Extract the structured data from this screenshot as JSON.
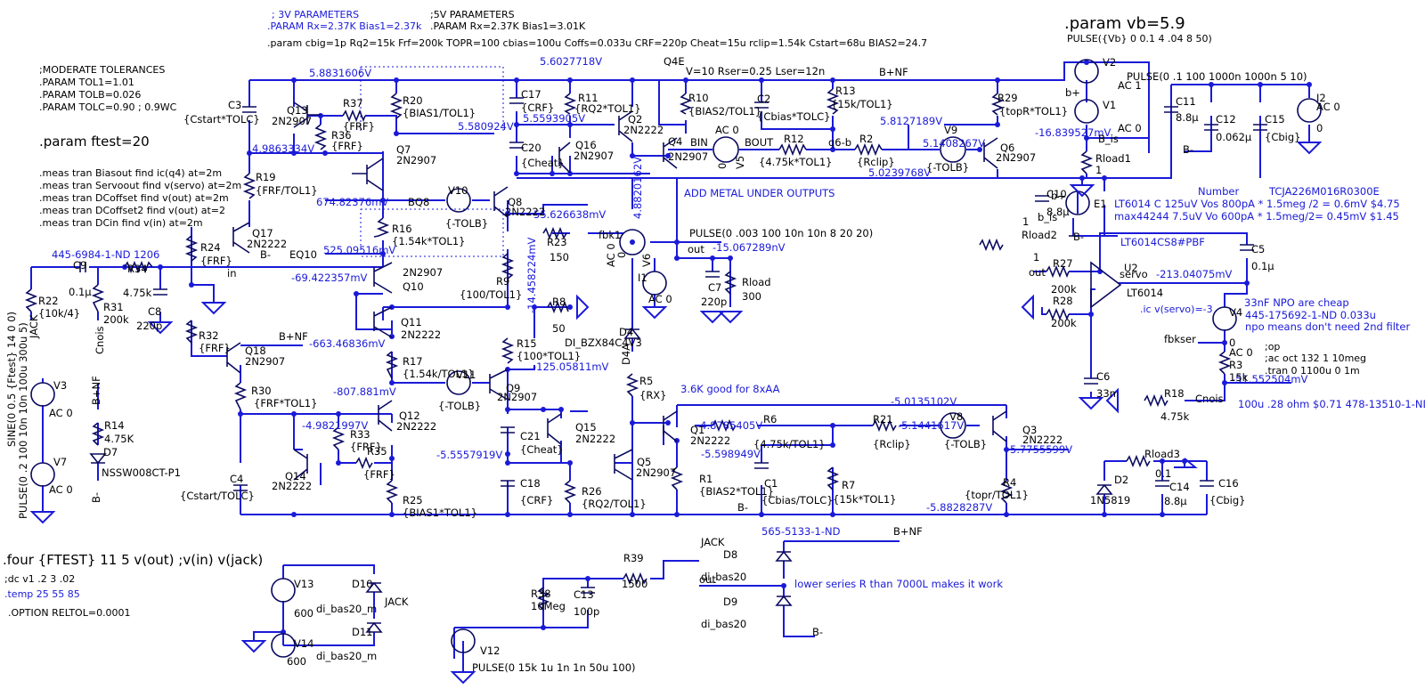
{
  "directives": {
    "params_3v_comment": "; 3V PARAMETERS",
    "params_3v": ".PARAM Rx=2.37K Bias1=2.37k",
    "params_5v_comment": ";5V PARAMETERS",
    "params_5v": ".PARAM Rx=2.37K Bias1=3.01K",
    "param_line": ".param cbig=1p Rq2=15k Frf=200k TOPR=100 cbias=100u Coffs=0.033u CRF=220p Cheat=15u rclip=1.54k Cstart=68u BIAS2=24.7",
    "tol_comment": ";MODERATE TOLERANCES",
    "tol1": ".PARAM TOL1=1.01",
    "tolb": ".PARAM TOLB=0.026",
    "tolc": ".PARAM TOLC=0.90 ; 0.9WC",
    "ftest": ".param ftest=20",
    "meas": [
      ".meas tran Biasout find  ic(q4)  at=2m",
      ".meas tran Servoout find  v(servo)  at=2m",
      ".meas tran DCoffset find  v(out)  at=2m",
      ".meas tran DCoffset2 find  v(out)  at=2",
      ".meas tran DCin find  v(in)  at=2m"
    ],
    "vb": ".param vb=5.9",
    "vb_pulse": "PULSE({Vb} 0 0.1 4 .04 8 50)",
    "four": ".four {FTEST} 11 5 v(out) ;v(in) v(jack)",
    "dc": ";dc v1 .2 3 .02",
    "temp": ".temp 25 55 85",
    "option": ".OPTION RELTOL=0.0001",
    "op": ";op",
    "ac": ";ac oct 132 1 10meg",
    "tran": ".tran 0 1100u 0 1m",
    "ic": ".ic v(servo)=-3"
  },
  "notes": {
    "number": "Number",
    "tcja": "TCJA226M016R0300E",
    "lt6014": "LT6014 C  125uV Vos  800pA * 1.5meg /2  = 0.6mV  $4.75",
    "max44244": "max44244  7.5uV Vo  600pA * 1.5meg/2= 0.45mV  $1.45",
    "add_metal": "ADD METAL UNDER OUTPUTS",
    "good_8xaa": "3.6K good for 8xAA",
    "npo1": "33nF NPO are cheap",
    "npo2": "445-175692-1-ND   0.033u",
    "npo3": "npo means don't need 2nd filter",
    "cap100u": "100u .28 ohm $0.71 478-13510-1-ND",
    "c9_part": "445-6984-1-ND 1206",
    "d8_part": "565-5133-1-ND",
    "lower_r": "lower series R than 7000L makes it work",
    "vsrc": "V=10 Rser=0.25 Lser=12n"
  },
  "voltages": {
    "v1": "5.8831606V",
    "v2": "5.580924V",
    "v3": "4.9863334V",
    "v4": "674.82376mV",
    "v5": "525.09516mV",
    "v6": "-69.422357mV",
    "v7": "-663.46836mV",
    "v8": "-807.881mV",
    "v9": "-4.9821997V",
    "v10": "5.6027718V",
    "v11": "5.5593905V",
    "v12": "55.626638mV",
    "v13": "-14.458224mV",
    "v14": "4.8820162V",
    "v15": "-125.05811mV",
    "v16": "-5.5557919V",
    "v17": "5.8127189V",
    "v18": "5.1408267V",
    "v19": "5.0239768V",
    "v20": "-16.839527mV",
    "v21": "-15.067289nV",
    "v22": "-4.8785405V",
    "v23": "-5.598949V",
    "v24": "-5.0135102V",
    "v25": "-5.1441617V",
    "v26": "5.7755599V",
    "v27": "-5.8828287V",
    "v28": "-213.04075mV",
    "v29": "-51.552504mV"
  },
  "components": {
    "C3": [
      "C3",
      "{Cstart*TOLC}"
    ],
    "Q13": [
      "Q13",
      "2N2907"
    ],
    "R37": [
      "R37",
      "{FRF}"
    ],
    "R36": [
      "R36",
      "{FRF}"
    ],
    "R20": [
      "R20",
      "{BIAS1/TOL1}"
    ],
    "Q7": [
      "Q7",
      "2N2907"
    ],
    "R19": [
      "R19",
      "{FRF/TOL1}"
    ],
    "Q17": [
      "Q17",
      "2N2222"
    ],
    "R24": [
      "R24",
      "{FRF}"
    ],
    "R16": [
      "R16",
      "{1.54k*TOL1}"
    ],
    "V10": [
      "V10",
      "{-TOLB}"
    ],
    "Q8": [
      "Q8",
      "2N2222"
    ],
    "C17": [
      "C17",
      "{CRF}"
    ],
    "C20": [
      "C20",
      "{Cheat}"
    ],
    "R11": [
      "R11",
      "{RQ2*TOL1}"
    ],
    "Q16": [
      "Q16",
      "2N2907"
    ],
    "Q2": [
      "Q2",
      "2N2222"
    ],
    "R10": [
      "R10",
      "{BIAS2/TOL1}"
    ],
    "Q4": [
      "Q4",
      "2N2907"
    ],
    "C2": [
      "C2",
      "{Cbias*TOLC}"
    ],
    "R13": [
      "R13",
      "{15k/TOL1}"
    ],
    "V5": [
      "V5",
      "AC 0",
      "0"
    ],
    "R12": [
      "R12",
      "{4.75k*TOL1}"
    ],
    "R2": [
      "R2",
      "{Rclip}"
    ],
    "V9": [
      "V9",
      "{-TOLB}"
    ],
    "R29": [
      "R29",
      "{topR*TOL1}"
    ],
    "Q6": [
      "Q6",
      "2N2907"
    ],
    "V2": [
      "V2",
      "AC 1"
    ],
    "V1": [
      "V1",
      "AC 0"
    ],
    "Rload1": [
      "Rload1",
      "1"
    ],
    "C11": [
      "C11",
      "8.8µ"
    ],
    "C12": [
      "C12",
      "0.062µ"
    ],
    "C15": [
      "C15",
      "{Cbig}"
    ],
    "I2": [
      "I2",
      "AC 0",
      "0"
    ],
    "E1": [
      "E1",
      "1"
    ],
    "C10": [
      "C10",
      "8.8µ"
    ],
    "Rload2": [
      "Rload2",
      "1"
    ],
    "U2": [
      "U2",
      "LT6014",
      "LT6014CS8#PBF"
    ],
    "R27": [
      "R27",
      "200k"
    ],
    "R28": [
      "R28",
      "200k"
    ],
    "C5": [
      "C5",
      "0.1µ"
    ],
    "V4": [
      "V4",
      "0",
      "AC 0"
    ],
    "R3": [
      "R3",
      "15k"
    ],
    "C6": [
      "C6",
      "33n"
    ],
    "R18": [
      "R18",
      "4.75k"
    ],
    "C9": [
      "C9",
      "0.1µ"
    ],
    "R34": [
      "R34",
      "4.75k"
    ],
    "R22": [
      "R22",
      "{10k/4}"
    ],
    "R31": [
      "R31",
      "200k"
    ],
    "C8": [
      "C8",
      "220p"
    ],
    "R32": [
      "R32",
      "{FRF}"
    ],
    "Q18": [
      "Q18",
      "2N2907"
    ],
    "Q10": [
      "Q10",
      "2N2907"
    ],
    "Q11": [
      "Q11",
      "2N2222"
    ],
    "R17": [
      "R17",
      "{1.54k/TOL1}"
    ],
    "V11": [
      "V11",
      "{-TOLB}"
    ],
    "R30": [
      "R30",
      "{FRF*TOL1}"
    ],
    "Q12": [
      "Q12",
      "2N2222"
    ],
    "R33": [
      "R33",
      "{FRF}"
    ],
    "R35": [
      "R35",
      "{FRF}"
    ],
    "Q14": [
      "Q14",
      "2N2222"
    ],
    "C4": [
      "C4",
      "{Cstart/TOLC}"
    ],
    "R25": [
      "R25",
      "{BIAS1*TOL1}"
    ],
    "R9": [
      "R9",
      "{100/TOL1}"
    ],
    "R23": [
      "R23",
      "150"
    ],
    "R8": [
      "R8",
      "50"
    ],
    "V6": [
      "V6",
      "AC 0",
      "0"
    ],
    "I1": [
      "I1",
      "AC 0"
    ],
    "D4": [
      "D4",
      "DI_BZX84C4V3"
    ],
    "R15": [
      "R15",
      "{100*TOL1}"
    ],
    "Q9": [
      "Q9",
      "2N2907"
    ],
    "R5": [
      "R5",
      "{RX}"
    ],
    "C7": [
      "C7",
      "220p"
    ],
    "Rload": [
      "Rload",
      "300"
    ],
    "C21": [
      "C21",
      "{Cheat}"
    ],
    "Q15": [
      "Q15",
      "2N2222"
    ],
    "C18": [
      "C18",
      "{CRF}"
    ],
    "R26": [
      "R26",
      "{RQ2/TOL1}"
    ],
    "Q5": [
      "Q5",
      "2N2907"
    ],
    "Q1": [
      "Q1",
      "2N2222"
    ],
    "R1": [
      "R1",
      "{BIAS2*TOL1}"
    ],
    "R6": [
      "R6",
      "{4.75k/TOL1}"
    ],
    "C1": [
      "C1",
      "{Cbias/TOLC}"
    ],
    "R21": [
      "R21",
      "{Rclip}"
    ],
    "R7": [
      "R7",
      "{15k*TOL1}"
    ],
    "V8": [
      "V8",
      "{-TOLB}"
    ],
    "Q3": [
      "Q3",
      "2N2222"
    ],
    "R4": [
      "R4",
      "{topr/TOL1}"
    ],
    "Rload3": [
      "Rload3",
      "0.1"
    ],
    "D2": [
      "D2",
      "1N5819"
    ],
    "C14": [
      "C14",
      "8.8µ"
    ],
    "C16": [
      "C16",
      "{Cbig}"
    ],
    "V3": [
      "V3",
      "AC 0",
      "SINE(0 0.5 {Ftest} 14 0 0)"
    ],
    "V7": [
      "V7",
      "AC 0",
      "PULSE(0 .2 100 10n 10n 100u 300u 5)"
    ],
    "R14": [
      "R14",
      "4.75K"
    ],
    "D7": [
      "D7",
      "NSSW008CT-P1"
    ],
    "V13": [
      "V13",
      "600"
    ],
    "V14": [
      "V14",
      "600"
    ],
    "D10": [
      "D10",
      "di_bas20_m"
    ],
    "D11": [
      "D11",
      "di_bas20_m"
    ],
    "R39": [
      "R39",
      "1500"
    ],
    "R38": [
      "R38",
      "10Meg"
    ],
    "C13": [
      "C13",
      "100p"
    ],
    "V12": [
      "V12",
      "PULSE(0 15k 1u 1n 1n 50u 100)"
    ],
    "D8": [
      "D8",
      "di_bas20"
    ],
    "D9": [
      "D9",
      "di_bas20"
    ]
  },
  "netlabels": {
    "bplus_nf": "B+NF",
    "bminus": "B-",
    "bplus": "b+",
    "b_is": "B_is",
    "b_is_small": "b_is",
    "in": "in",
    "out": "out",
    "jack": "JACK",
    "cnois": "Cnois",
    "servo": "servo",
    "fbkser": "fbkser",
    "fbk1": "fbk1",
    "bq8": "BQ8",
    "eq10": "EQ10",
    "q4e": "Q4E",
    "bin": "BIN",
    "bout": "BOUT",
    "q6b": "q6-b",
    "d4a": "D4A",
    "pulse_v2": "PULSE(0 .1 100 1000n 1000n 5 10)",
    "pulse_i1": "PULSE(0 .003 100 10n 10n 8 20 20)"
  }
}
